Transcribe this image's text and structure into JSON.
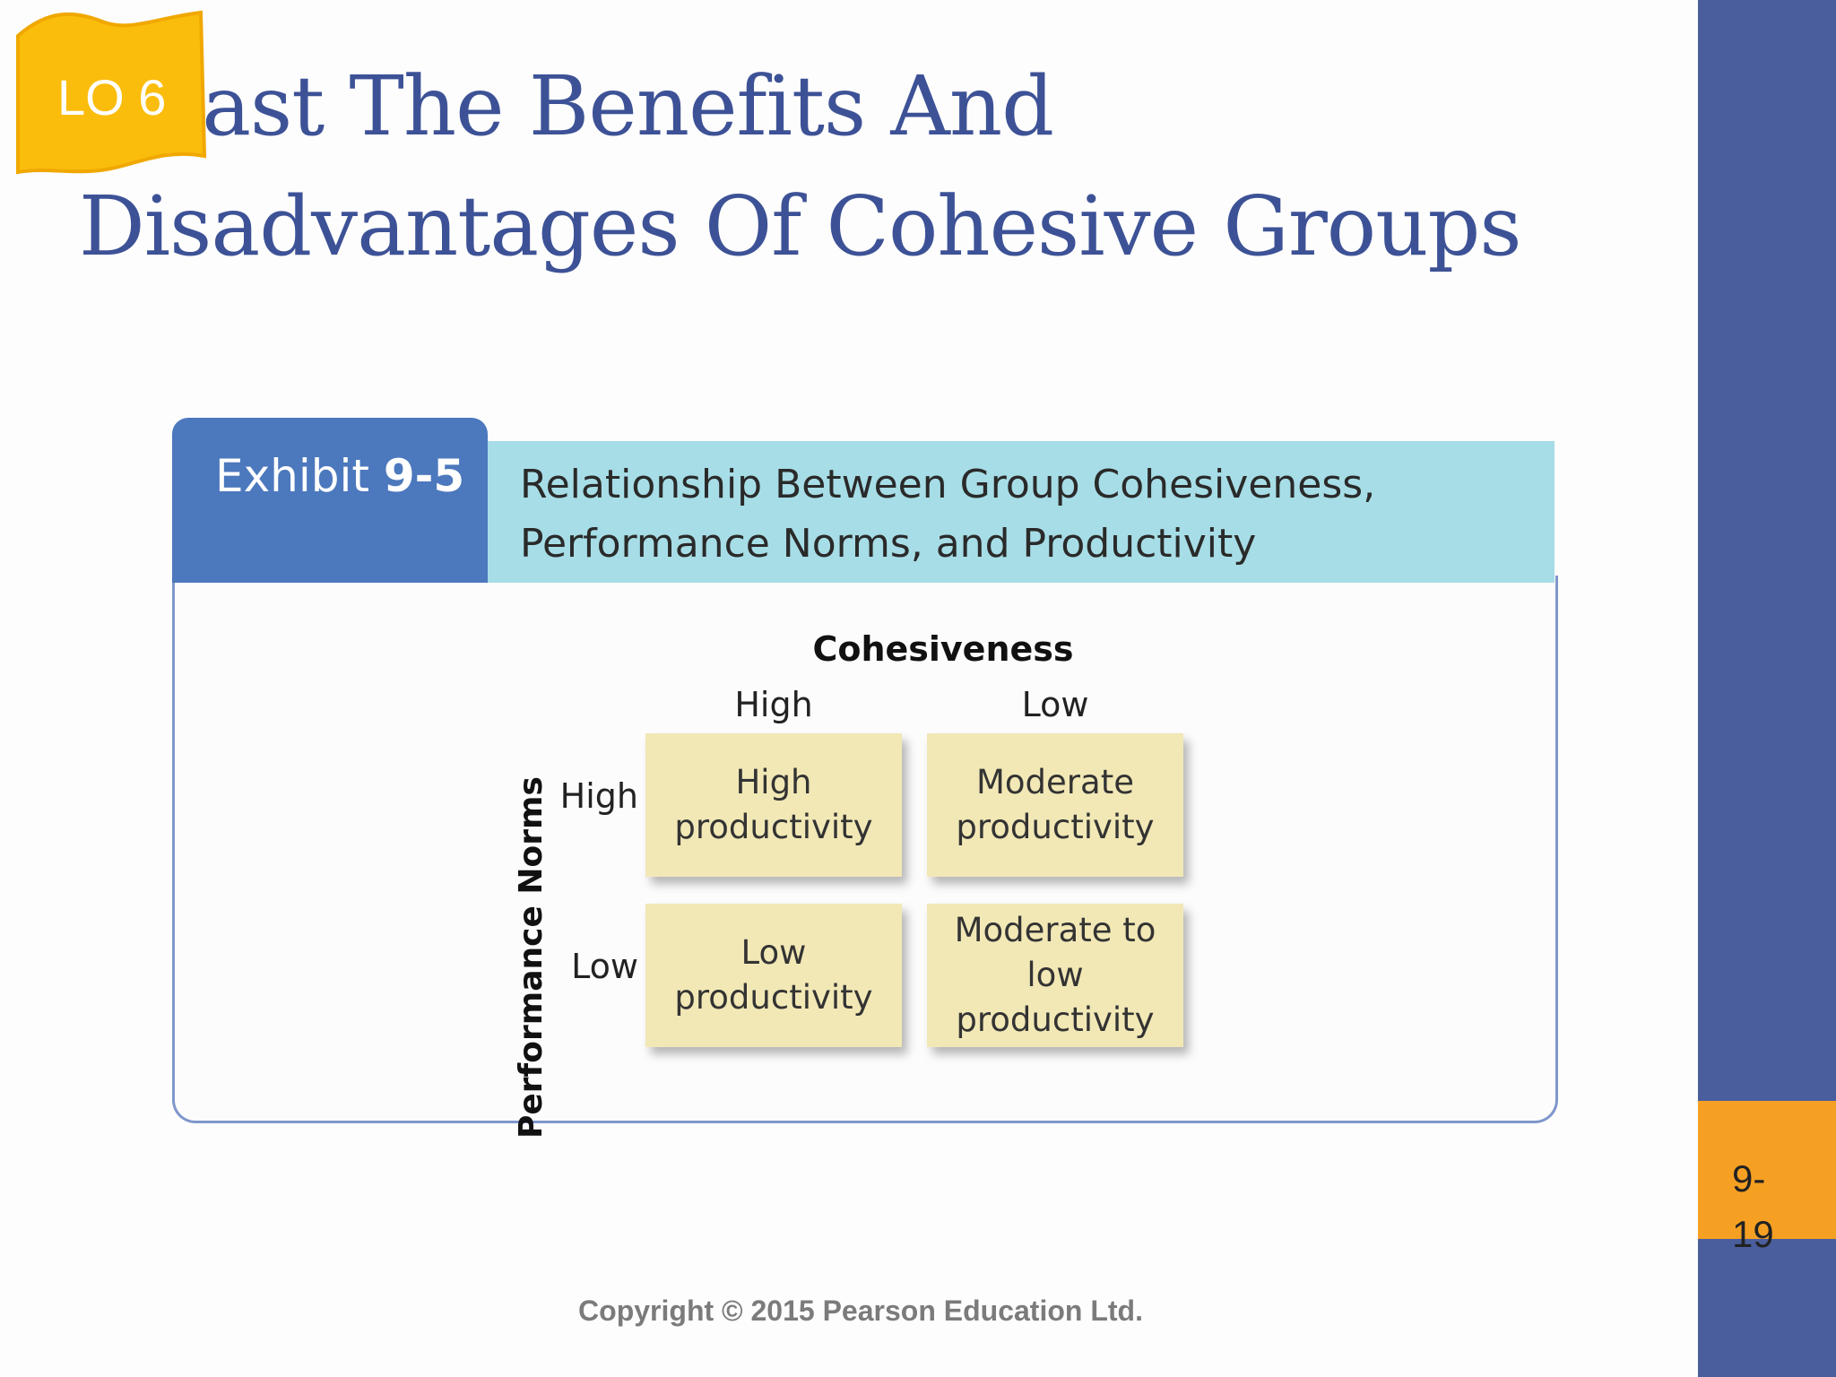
{
  "slide": {
    "lo_badge": "LO 6",
    "title": "ntrast The Benefits And\nDisadvantages Of Cohesive Groups",
    "page_number": "9-\n19",
    "copyright": "Copyright © 2015 Pearson Education Ltd.",
    "colors": {
      "title": "#3d5296",
      "sidebar": "#4a5e9e",
      "page_box": "#f6a023",
      "badge": "#fbbd0c"
    }
  },
  "exhibit": {
    "label_prefix": "Exhibit ",
    "label_number": "9-5",
    "title": "Relationship Between Group Cohesiveness,\nPerformance Norms, and Productivity",
    "column_axis": "Cohesiveness",
    "row_axis": "Performance Norms",
    "columns": [
      "High",
      "Low"
    ],
    "rows": [
      "High",
      "Low"
    ],
    "cells": [
      [
        "High\nproductivity",
        "Moderate\nproductivity"
      ],
      [
        "Low\nproductivity",
        "Moderate to\nlow productivity"
      ]
    ]
  }
}
